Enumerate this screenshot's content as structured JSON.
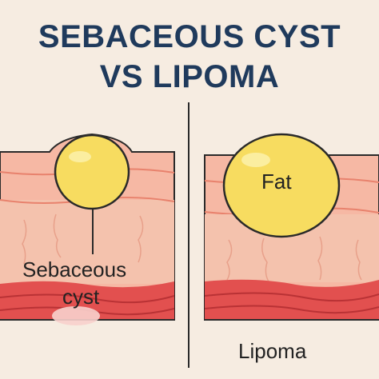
{
  "title": {
    "line1": "SEBACEOUS CYST",
    "line2": "VS LIPOMA"
  },
  "left_panel": {
    "label_line1": "Sebaceous",
    "label_line2": "cyst"
  },
  "right_panel": {
    "inner_label": "Fat",
    "caption": "Lipoma"
  },
  "colors": {
    "background": "#f6ece1",
    "title": "#1f3a5c",
    "skin_top": "#f6b8a4",
    "skin_mid": "#f2a08e",
    "deep_layer": "#e2504f",
    "cyst_fill": "#f7dc60",
    "outline": "#2a2a2a"
  }
}
